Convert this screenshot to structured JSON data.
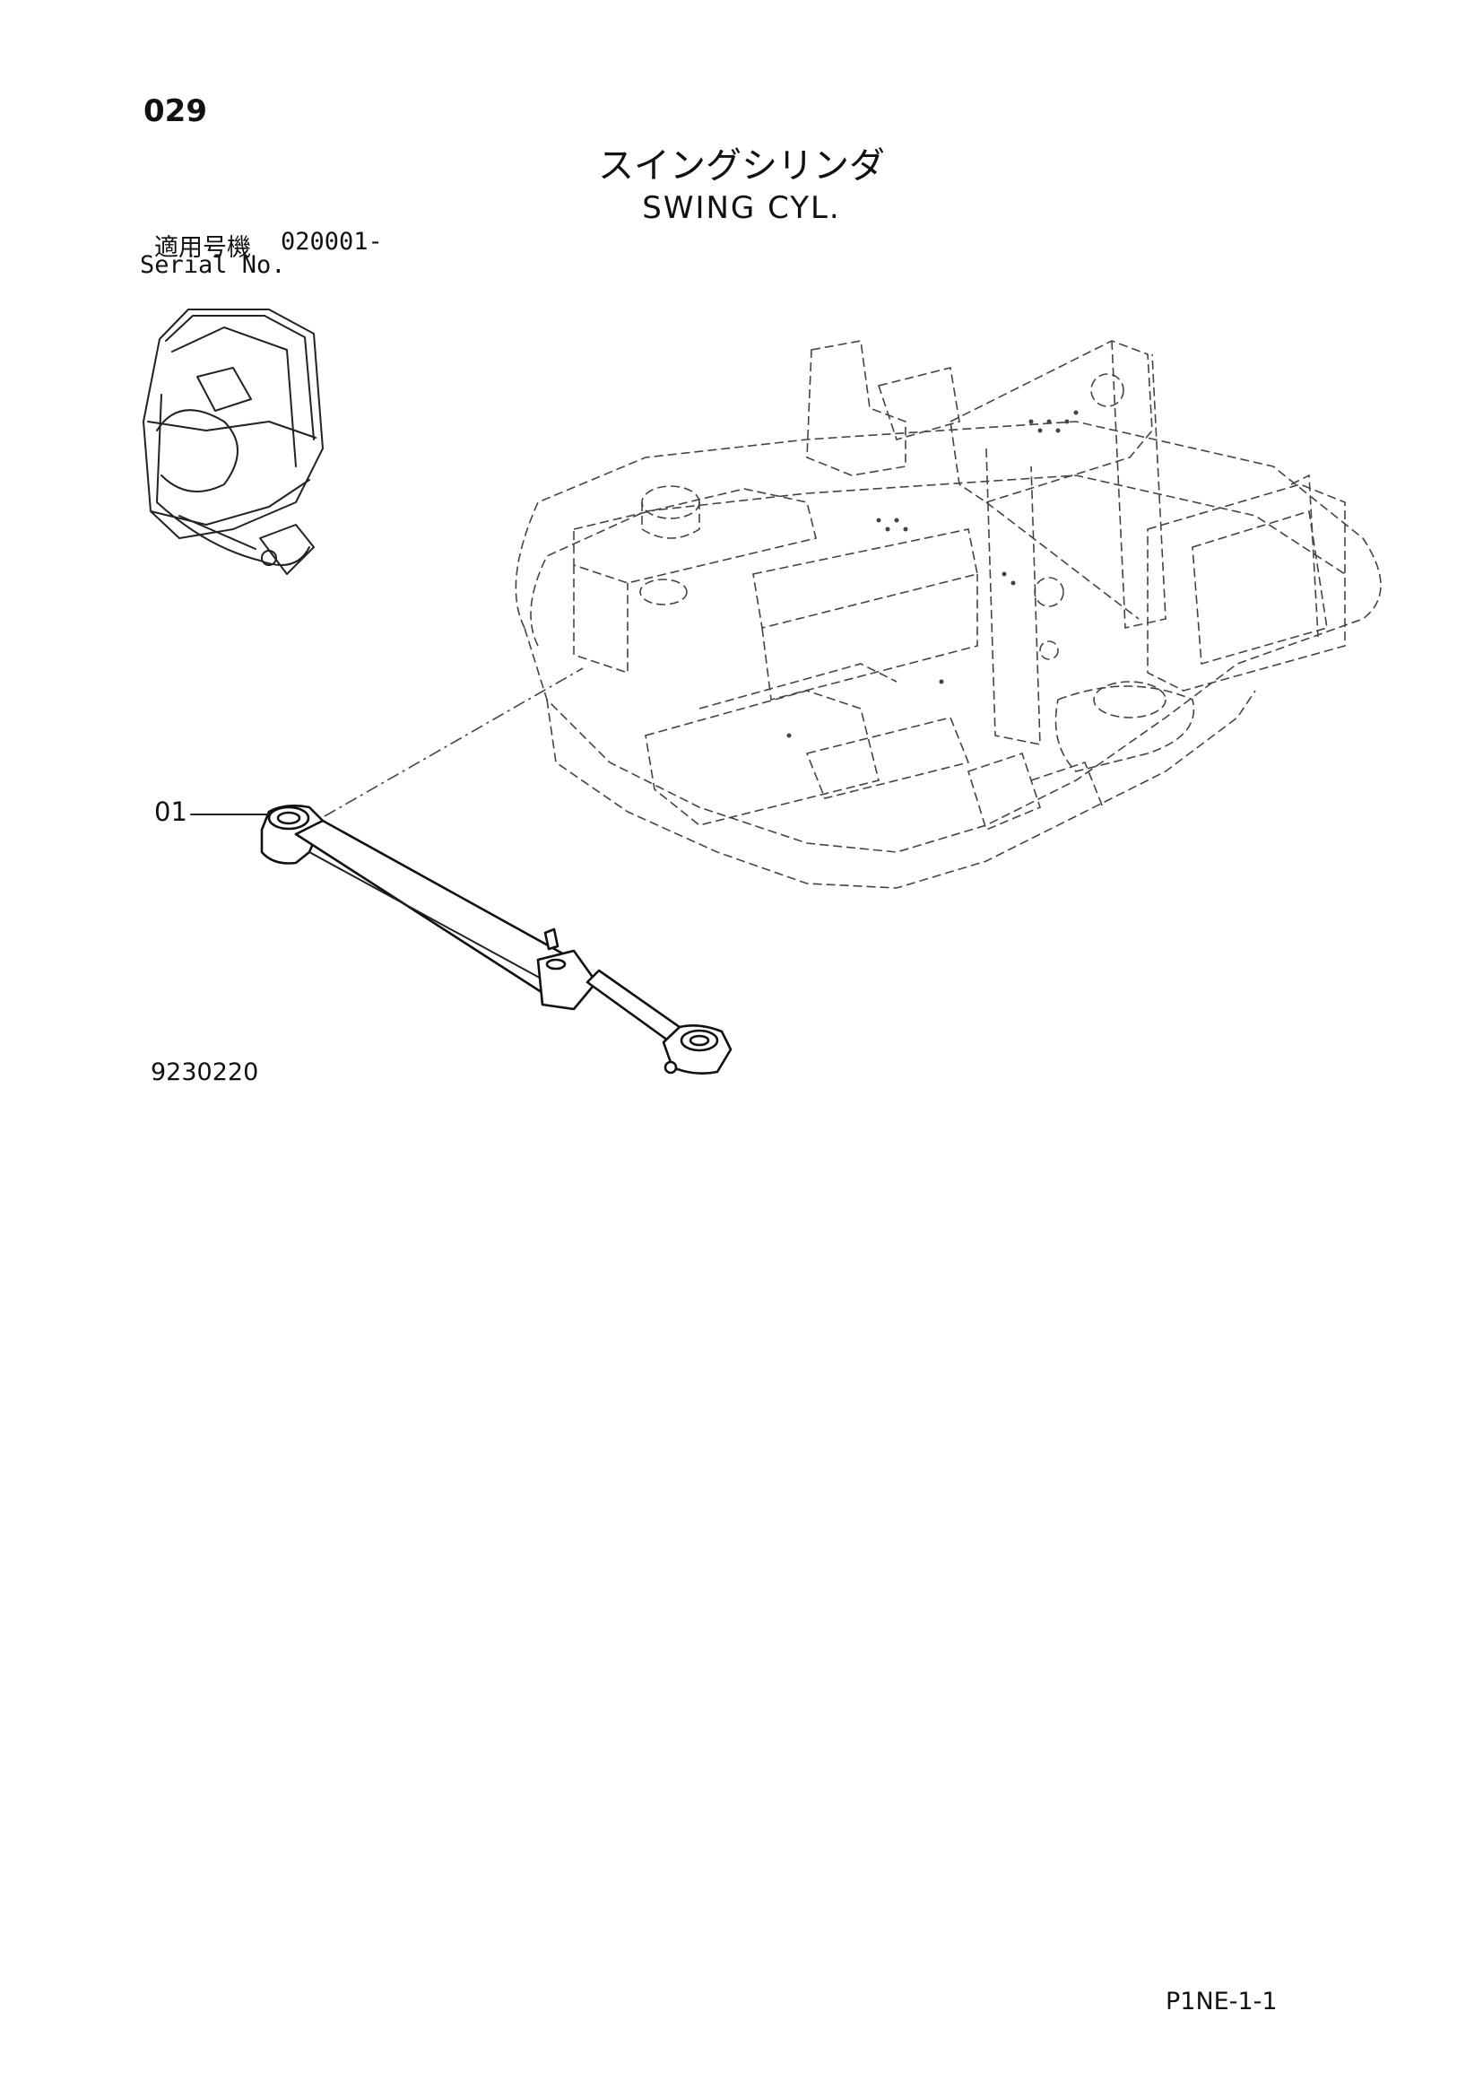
{
  "header": {
    "page_number": "029",
    "title_japanese": "スイングシリンダ",
    "title_english": "SWING CYL."
  },
  "serial": {
    "label_japanese": "適用号機",
    "serial_number": "020001-",
    "label_english": "Serial No."
  },
  "callouts": [
    {
      "label": "01"
    }
  ],
  "footer": {
    "drawing_code": "9230220",
    "sheet_code": "P1NE-1-1"
  }
}
